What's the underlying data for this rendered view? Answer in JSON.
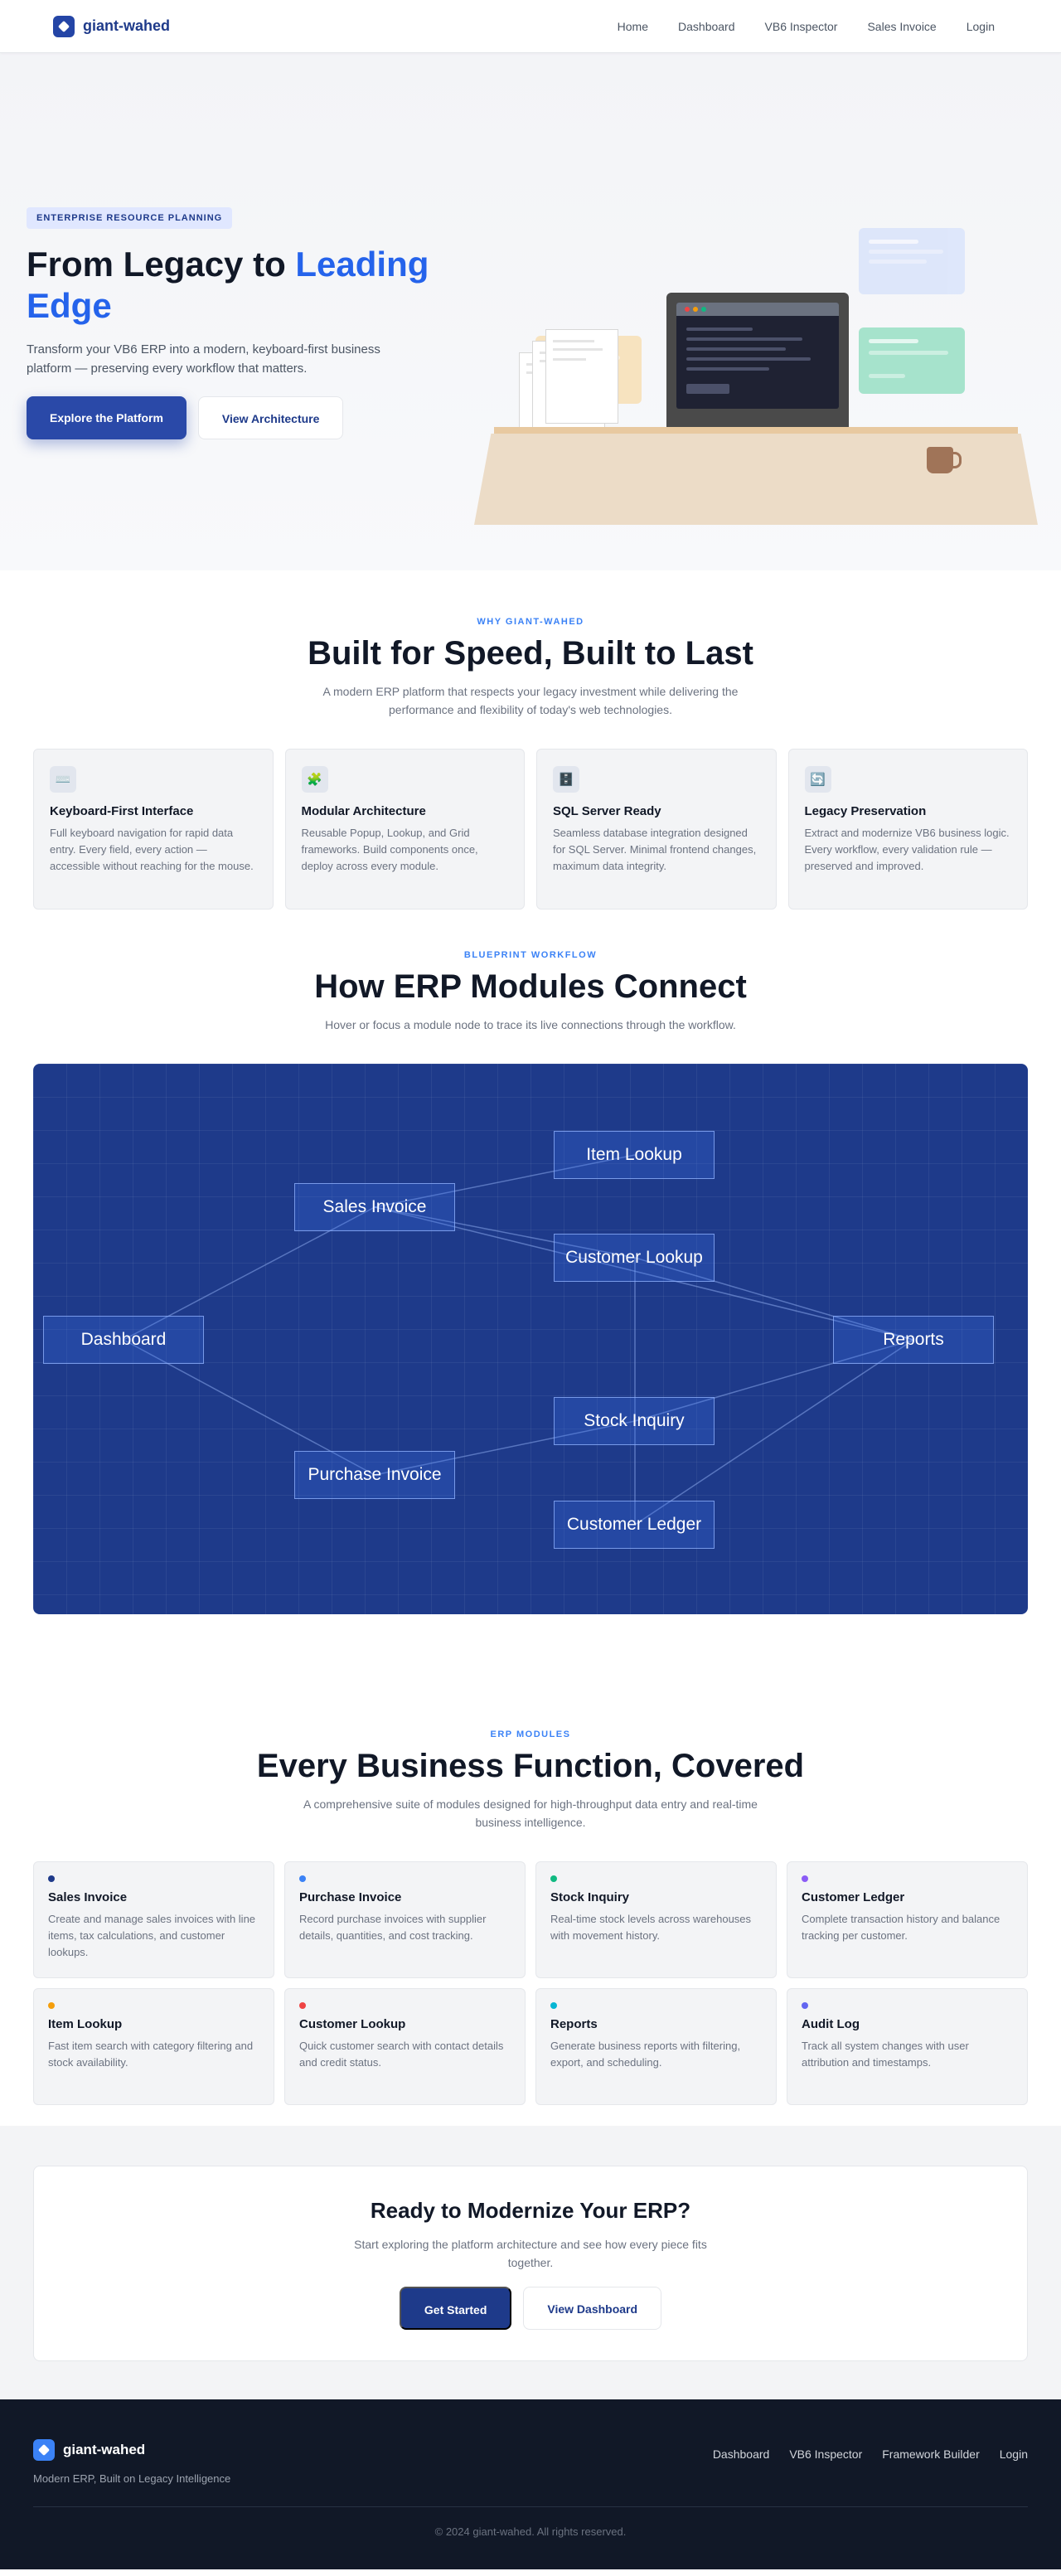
{
  "nav": {
    "brand": "giant-wahed",
    "links": [
      "Home",
      "Dashboard",
      "VB6 Inspector",
      "Sales Invoice",
      "Login"
    ]
  },
  "hero": {
    "eyebrow": "ENTERPRISE RESOURCE PLANNING",
    "title_part1": "From Legacy to ",
    "title_accent": "Leading Edge",
    "subtitle": "Transform your VB6 ERP into a modern, keyboard-first business platform — preserving every workflow that matters.",
    "primary_button": "Explore the Platform",
    "secondary_button": "View Architecture"
  },
  "why": {
    "eyebrow": "WHY GIANT-WAHED",
    "title": "Built for Speed, Built to Last",
    "subtitle": "A modern ERP platform that respects your legacy investment while delivering the performance and flexibility of today's web technologies.",
    "features": [
      {
        "icon": "⌨️",
        "icon_name": "keyboard-icon",
        "title": "Keyboard-First Interface",
        "desc": "Full keyboard navigation for rapid data entry. Every field, every action — accessible without reaching for the mouse."
      },
      {
        "icon": "🧩",
        "icon_name": "puzzle-icon",
        "title": "Modular Architecture",
        "desc": "Reusable Popup, Lookup, and Grid frameworks. Build components once, deploy across every module."
      },
      {
        "icon": "🗄️",
        "icon_name": "database-icon",
        "title": "SQL Server Ready",
        "desc": "Seamless database integration designed for SQL Server. Minimal frontend changes, maximum data integrity."
      },
      {
        "icon": "🔄",
        "icon_name": "refresh-icon",
        "title": "Legacy Preservation",
        "desc": "Extract and modernize VB6 business logic. Every workflow, every validation rule — preserved and improved."
      }
    ]
  },
  "workflow": {
    "eyebrow": "BLUEPRINT WORKFLOW",
    "title": "How ERP Modules Connect",
    "subtitle": "Hover or focus a module node to trace its live connections through the workflow.",
    "nodes": [
      "Dashboard",
      "Sales Invoice",
      "Purchase Invoice",
      "Item Lookup",
      "Customer Lookup",
      "Stock Inquiry",
      "Customer Ledger",
      "Reports"
    ]
  },
  "modules": {
    "eyebrow": "ERP MODULES",
    "title": "Every Business Function, Covered",
    "subtitle": "A comprehensive suite of modules designed for high-throughput data entry and real-time business intelligence.",
    "items": [
      {
        "color": "#1e3a8a",
        "title": "Sales Invoice",
        "desc": "Create and manage sales invoices with line items, tax calculations, and customer lookups."
      },
      {
        "color": "#3b82f6",
        "title": "Purchase Invoice",
        "desc": "Record purchase invoices with supplier details, quantities, and cost tracking."
      },
      {
        "color": "#10b981",
        "title": "Stock Inquiry",
        "desc": "Real-time stock levels across warehouses with movement history."
      },
      {
        "color": "#8b5cf6",
        "title": "Customer Ledger",
        "desc": "Complete transaction history and balance tracking per customer."
      },
      {
        "color": "#f59e0b",
        "title": "Item Lookup",
        "desc": "Fast item search with category filtering and stock availability."
      },
      {
        "color": "#ef4444",
        "title": "Customer Lookup",
        "desc": "Quick customer search with contact details and credit status."
      },
      {
        "color": "#06b6d4",
        "title": "Reports",
        "desc": "Generate business reports with filtering, export, and scheduling."
      },
      {
        "color": "#6366f1",
        "title": "Audit Log",
        "desc": "Track all system changes with user attribution and timestamps."
      }
    ]
  },
  "cta": {
    "title": "Ready to Modernize Your ERP?",
    "subtitle": "Start exploring the platform architecture and see how every piece fits together.",
    "primary_button": "Get Started",
    "secondary_button": "View Dashboard"
  },
  "footer": {
    "brand": "giant-wahed",
    "tagline": "Modern ERP, Built on Legacy Intelligence",
    "links": [
      "Dashboard",
      "VB6 Inspector",
      "Framework Builder",
      "Login"
    ],
    "copyright": "© 2024 giant-wahed. All rights reserved."
  }
}
